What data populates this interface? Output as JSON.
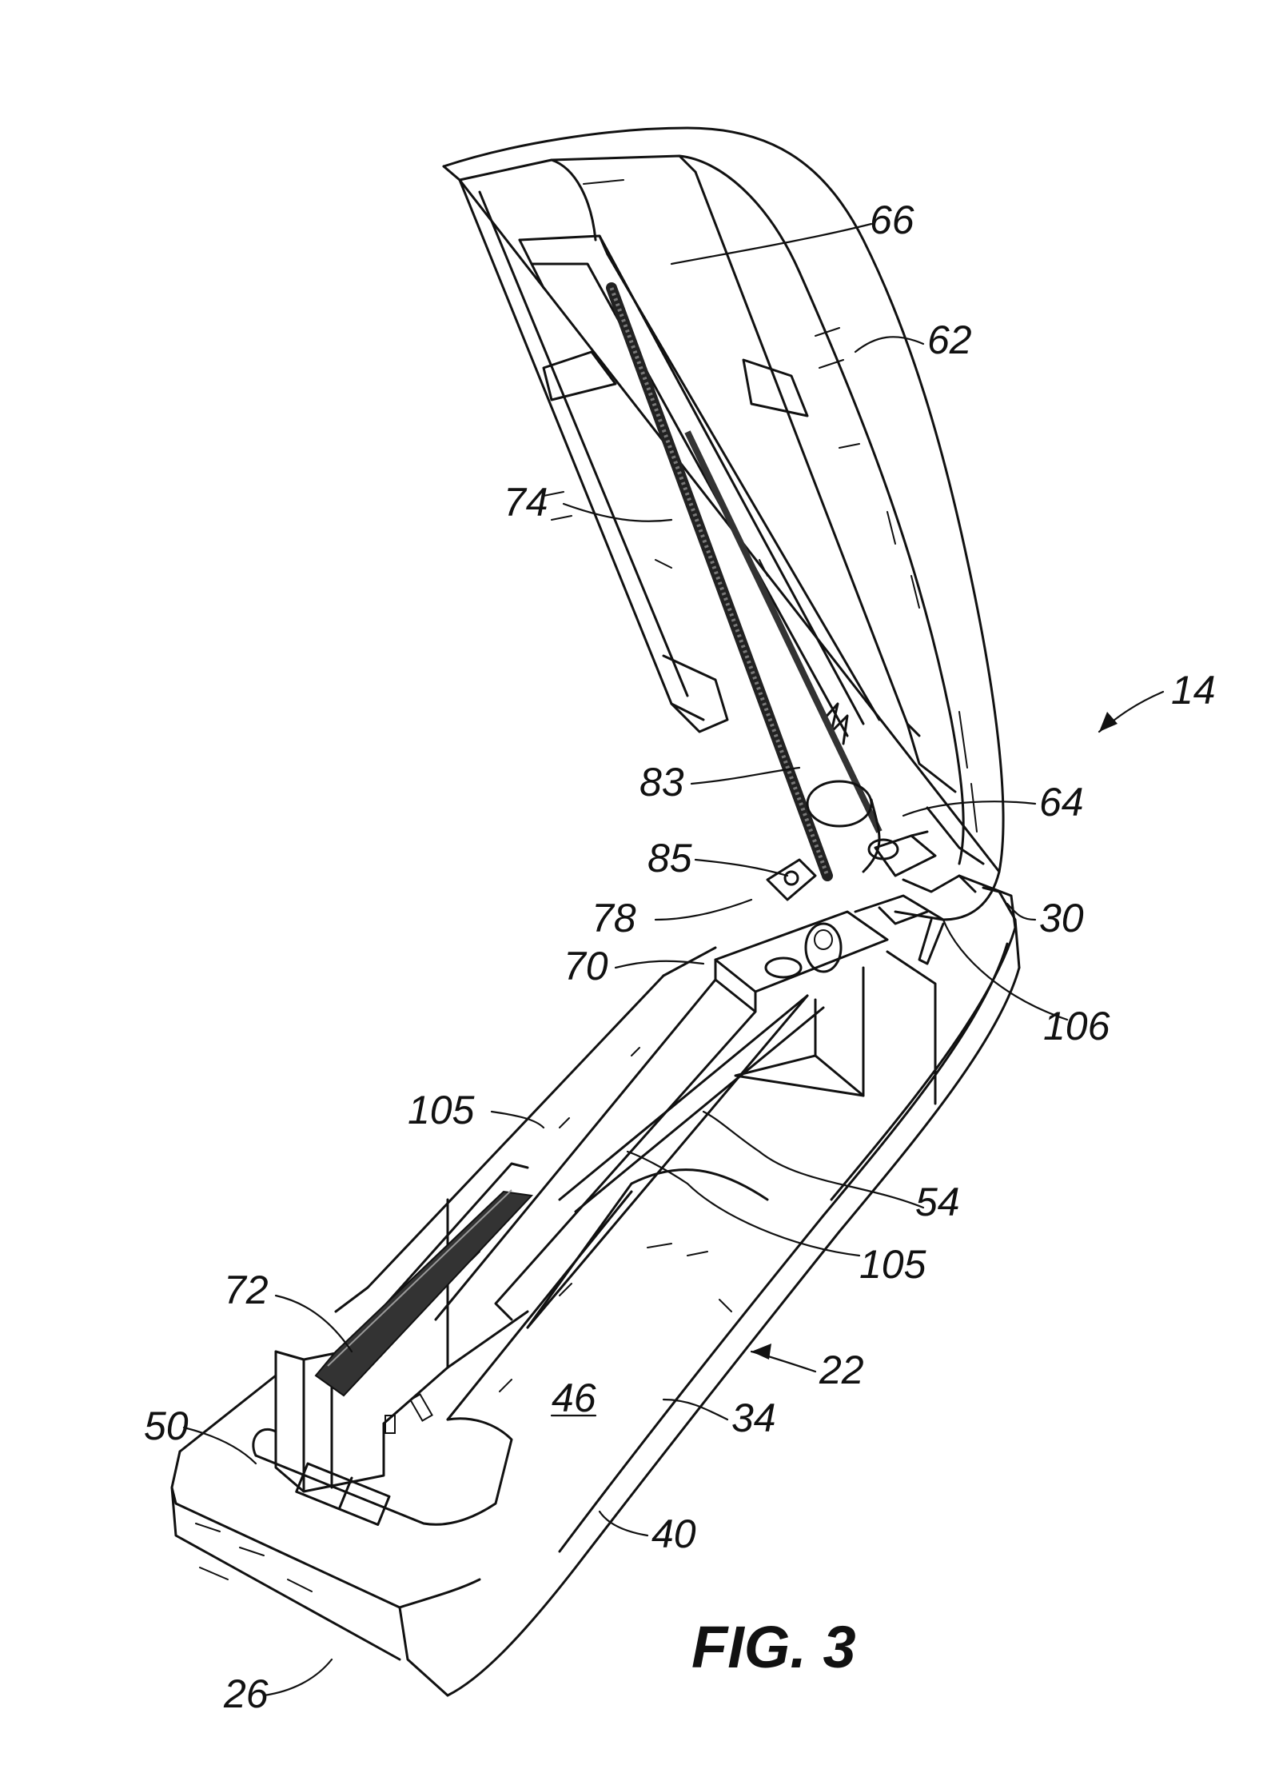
{
  "figure": {
    "caption": "FIG. 3"
  },
  "reference_numerals": {
    "r66": "66",
    "r62": "62",
    "r74": "74",
    "r14": "14",
    "r83": "83",
    "r64": "64",
    "r85": "85",
    "r78": "78",
    "r30": "30",
    "r70": "70",
    "r106": "106",
    "r105a": "105",
    "r54": "54",
    "r105b": "105",
    "r72": "72",
    "r22": "22",
    "r46": "46",
    "r50": "50",
    "r34": "34",
    "r40": "40",
    "r26": "26"
  }
}
